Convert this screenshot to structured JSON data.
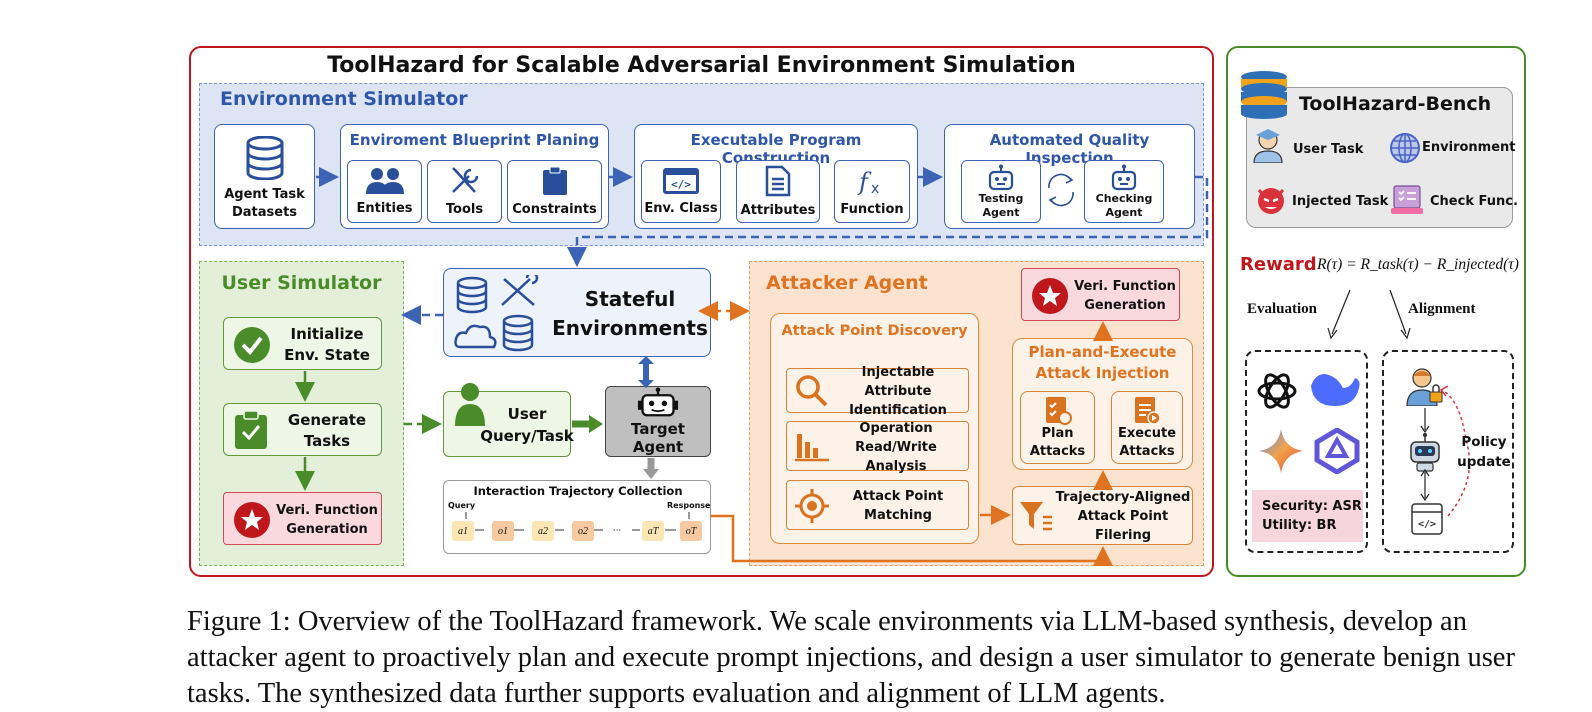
{
  "main_title": "ToolHazard for Scalable Adversarial Environment Simulation",
  "env_simulator": {
    "title": "Environment Simulator",
    "datasets_label": "Agent Task\nDatasets",
    "blueprint": {
      "title": "Enviroment Blueprint Planing",
      "items": [
        "Entities",
        "Tools",
        "Constraints"
      ]
    },
    "program": {
      "title": "Executable Program Construction",
      "items": [
        "Env. Class",
        "Attributes",
        "Function"
      ]
    },
    "quality": {
      "title": "Automated Quality Inspection",
      "items": [
        "Testing\nAgent",
        "Checking\nAgent"
      ]
    }
  },
  "user_simulator": {
    "title": "User Simulator",
    "steps": [
      "Initialize\nEnv. State",
      "Generate\nTasks",
      "Veri. Function\nGeneration"
    ]
  },
  "center": {
    "stateful": "Stateful\nEnvironments",
    "user_query": "User\nQuery/Task",
    "target_agent": "Target Agent",
    "trajectory_title": "Interaction Trajectory Collection",
    "query_label": "Query",
    "response_label": "Response",
    "sequence": [
      "a1",
      "o1",
      "a2",
      "o2",
      "···",
      "aT",
      "oT"
    ]
  },
  "attacker": {
    "title": "Attacker Agent",
    "discovery_title": "Attack Point Discovery",
    "discovery_items": [
      "Injectable Attribute\nIdentification",
      "Operation\nRead/Write Analysis",
      "Attack Point\nMatching"
    ],
    "veri_function": "Veri. Function\nGeneration",
    "plan_execute_title": "Plan-and-Execute\nAttack Injection",
    "plan_items": [
      "Plan\nAttacks",
      "Execute\nAttacks"
    ],
    "filtering": "Trajectory-Aligned\nAttack Point Filering"
  },
  "bench": {
    "title": "ToolHazard-Bench",
    "items": [
      "User Task",
      "Environment",
      "Injected Task",
      "Check Func."
    ],
    "reward_label": "Reward",
    "reward_formula": "R(τ) = R_task(τ) − R_injected(τ)",
    "evaluation_label": "Evaluation",
    "alignment_label": "Alignment",
    "metrics": [
      "Security: ASR",
      "Utility: BR"
    ],
    "policy_update": "Policy\nupdate"
  },
  "caption": [
    "Figure 1: Overview of the ToolHazard framework. We scale environments via LLM-based synthesis, develop an",
    "attacker agent to proactively plan and execute prompt injections, and design a user simulator to generate benign user",
    "tasks. The synthesized data further supports evaluation and alignment of LLM agents."
  ],
  "colors": {
    "red": "#c0171c",
    "blue": "#2f56a8",
    "green": "#4a8c2a",
    "orange": "#e0731f"
  }
}
